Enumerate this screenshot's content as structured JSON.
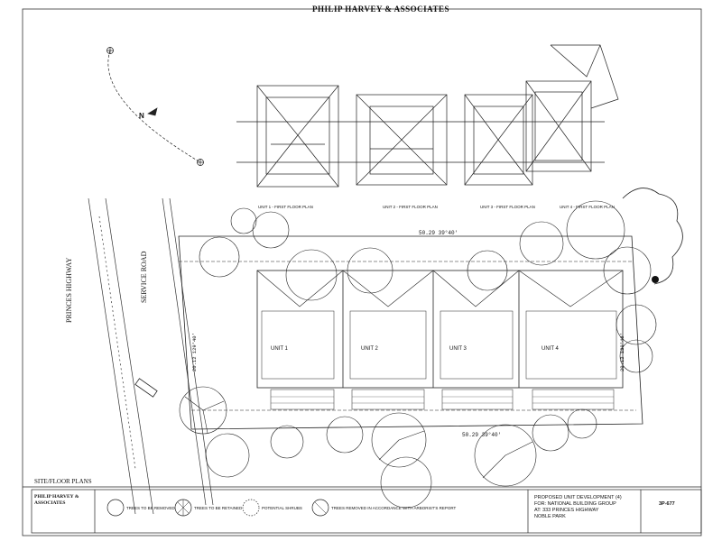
{
  "header": {
    "firm": "PHILIP HARVEY & ASSOCIATES"
  },
  "drawing": {
    "title": "SITE/FLOOR PLANS",
    "roads": {
      "highway": "PRINCES HIGHWAY",
      "service": "SERVICE ROAD"
    },
    "north_label": "N",
    "units": [
      {
        "label": "UNIT 1"
      },
      {
        "label": "UNIT 2"
      },
      {
        "label": "UNIT 3"
      },
      {
        "label": "UNIT 4"
      }
    ],
    "first_floor_labels": [
      "UNIT 1 - FIRST FLOOR PLAN",
      "UNIT 2 - FIRST FLOOR PLAN",
      "UNIT 3 - FIRST FLOOR PLAN",
      "UNIT 4 - FIRST FLOOR PLAN"
    ],
    "dimensions": {
      "top": "50.29  39°40'",
      "bottom": "50.29  39°40'",
      "left": "20.12  129°40'",
      "right": "20.12  129°40'"
    }
  },
  "legend": {
    "firm": "PHILIP HARVEY & ASSOCIATES",
    "items": [
      "TREES TO BE REMOVED",
      "TREES TO BE RETAINED",
      "POTENTIAL SHRUBS",
      "TREES REMOVED IN ACCORDANCE WITH ARBORIST'S REPORT"
    ]
  },
  "title_block": {
    "project_lines": [
      "PROPOSED UNIT DEVELOPMENT (4)",
      "FOR: NATIONAL BUILDING GROUP",
      "AT: 333 PRINCES HIGHWAY",
      "NOBLE PARK"
    ],
    "job_no": "3P-677"
  }
}
